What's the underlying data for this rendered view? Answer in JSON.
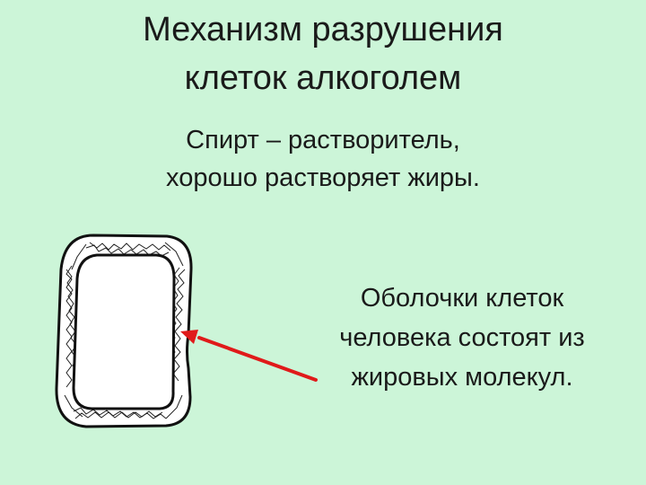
{
  "slide": {
    "title_lines": [
      "Механизм разрушения",
      "клеток алкоголем"
    ],
    "subtitle_lines": [
      "Спирт – растворитель,",
      "хорошо растворяет жиры."
    ],
    "caption_lines": [
      "Оболочки клеток",
      "человека состоят из",
      "жировых молекул."
    ]
  },
  "colors": {
    "background": "#ccf5d8",
    "text": "#1a1a1a",
    "arrow": "#e01a1a",
    "cell_outline": "#111111",
    "cell_fill": "#ffffff"
  },
  "icons": {
    "diagram": "cell-membrane",
    "pointer": "arrow"
  }
}
